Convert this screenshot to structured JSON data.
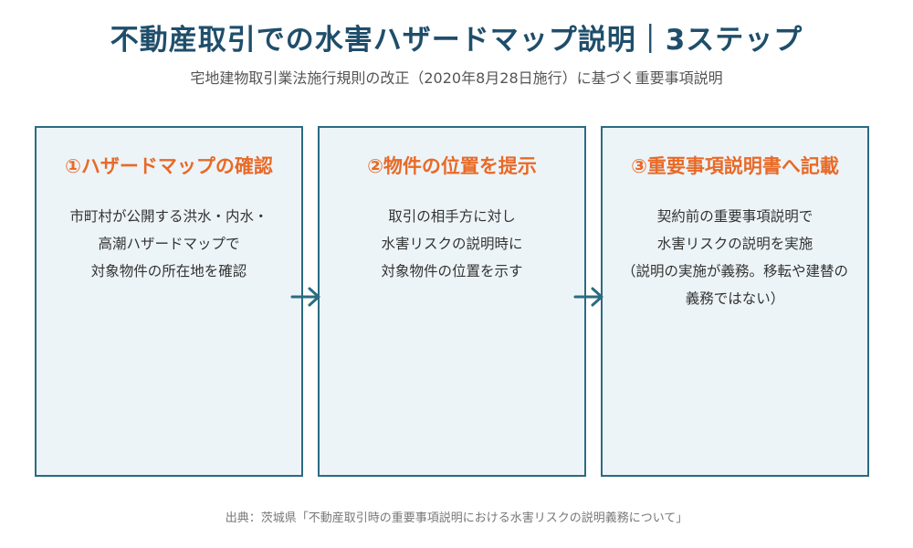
{
  "header": {
    "title": "不動産取引での水害ハザードマップ説明｜3ステップ",
    "subtitle": "宅地建物取引業法施行規則の改正（2020年8月28日施行）に基づく重要事項説明"
  },
  "steps": [
    {
      "title": "①ハザードマップの確認",
      "lines": [
        "市町村が公開する洪水・内水・",
        "高潮ハザードマップで",
        "対象物件の所在地を確認"
      ]
    },
    {
      "title": "②物件の位置を提示",
      "lines": [
        "取引の相手方に対し",
        "水害リスクの説明時に",
        "対象物件の位置を示す"
      ]
    },
    {
      "title": "③重要事項説明書へ記載",
      "lines": [
        "契約前の重要事項説明で",
        "水害リスクの説明を実施",
        "（説明の実施が義務。移転や建替の",
        "義務ではない）"
      ]
    }
  ],
  "source": "出典：茨城県「不動産取引時の重要事項説明における水害リスクの説明義務について」",
  "colors": {
    "title": "#1f4e6b",
    "accent": "#e86a27",
    "box_border": "#2b6b82",
    "box_fill": "#edf4f8"
  }
}
